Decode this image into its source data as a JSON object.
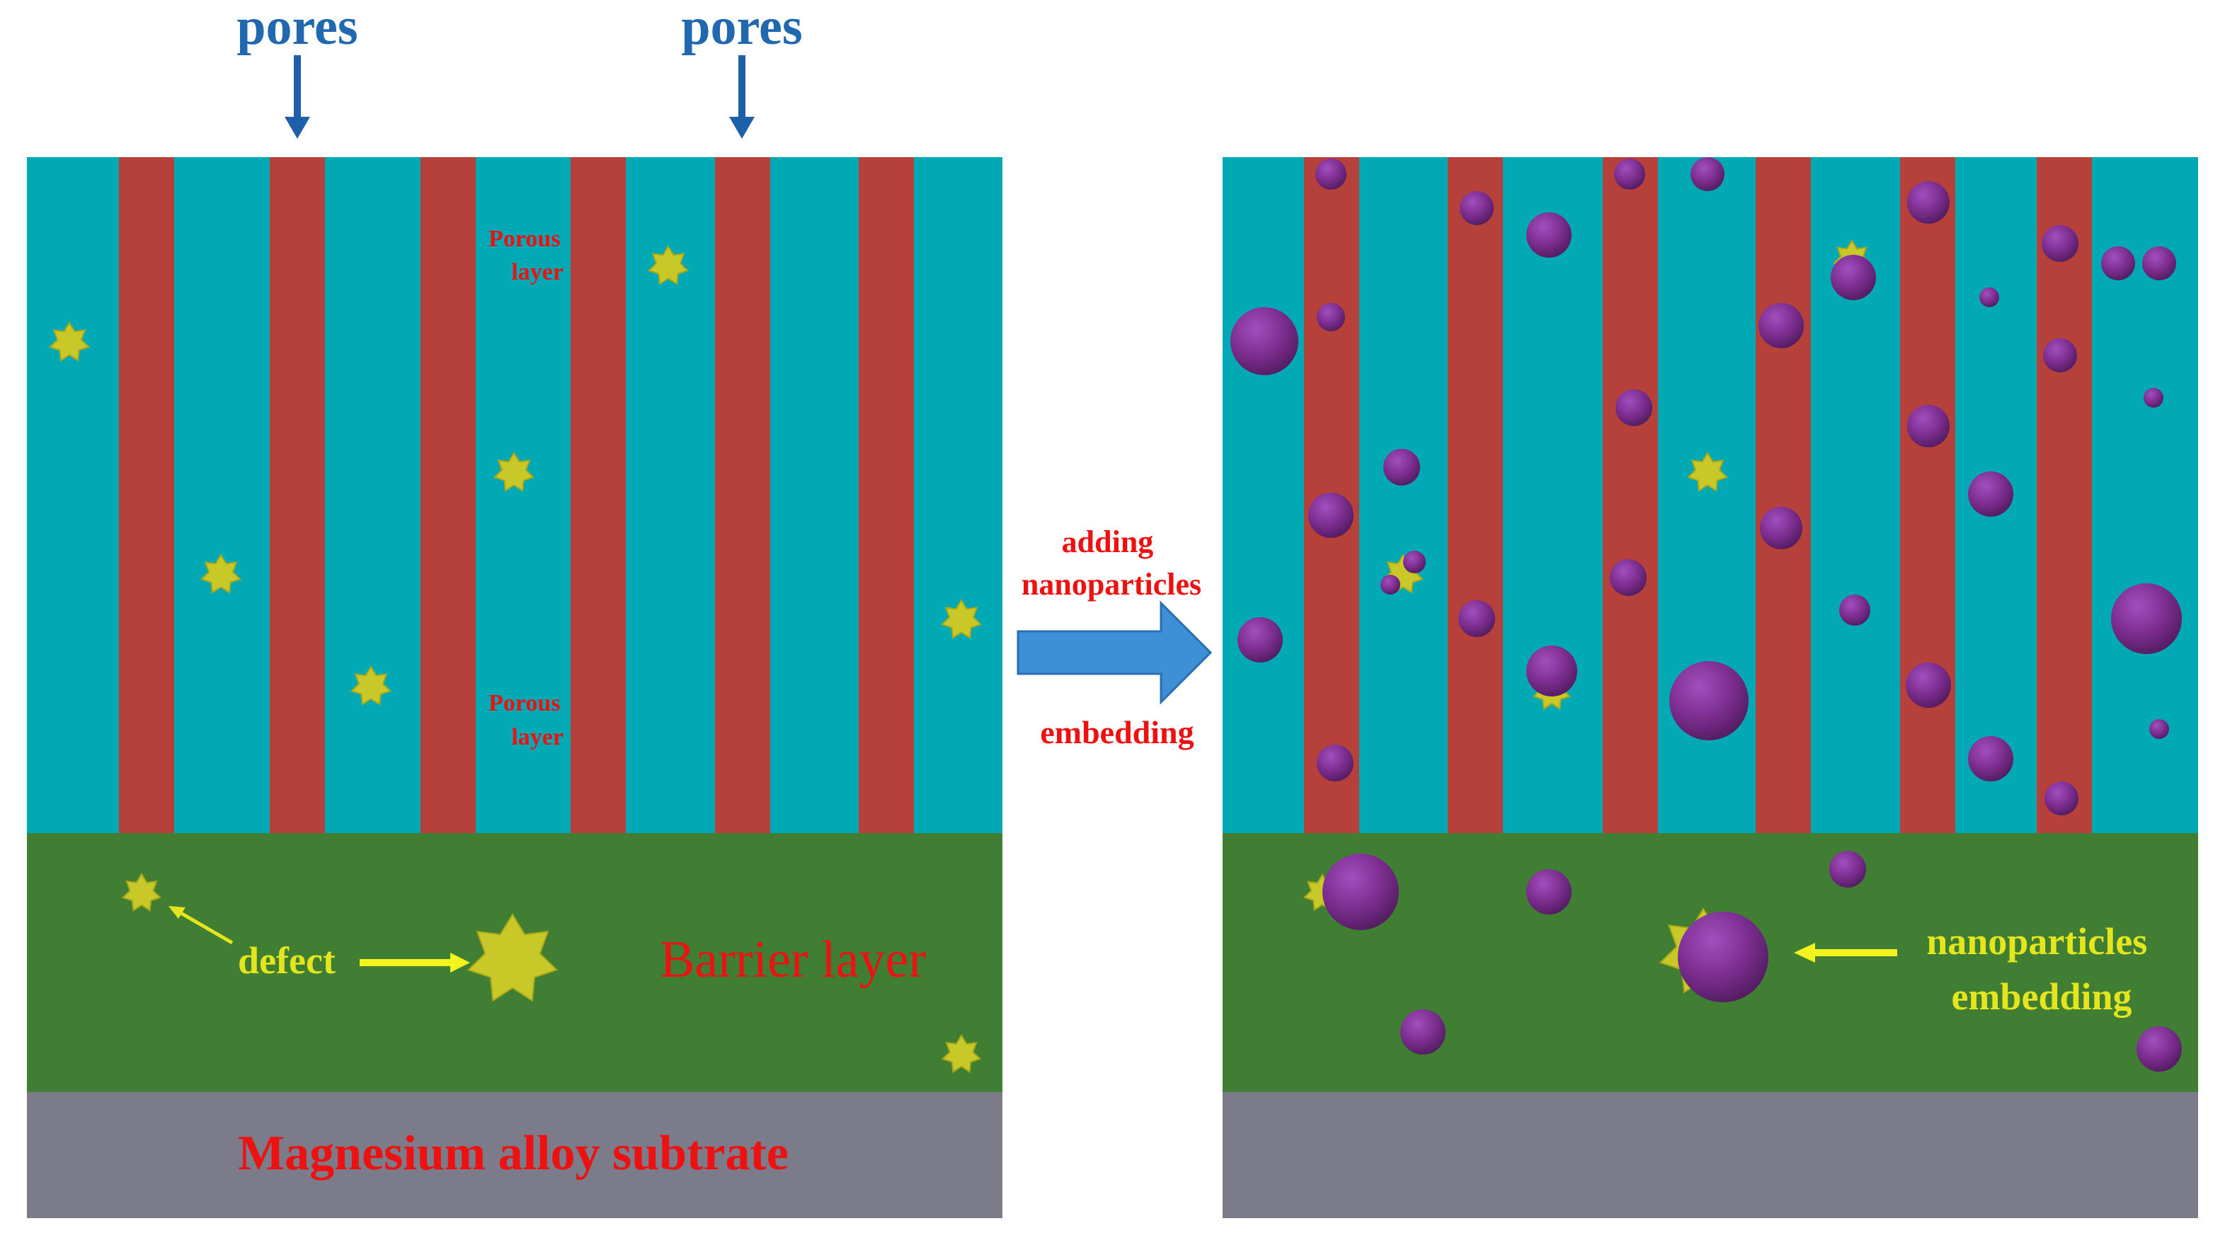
{
  "labels": {
    "pores_left": "pores",
    "pores_right": "pores",
    "porous_top": [
      "Porous",
      "layer"
    ],
    "porous_bottom": [
      "Porous",
      "layer"
    ],
    "defect": "defect",
    "barrier": "Barrier layer",
    "substrate": "Magnesium alloy subtrate",
    "arrow_top": [
      "adding",
      "nanoparticles"
    ],
    "arrow_bottom": "embedding",
    "np_embed": [
      "nanoparticles",
      "embedding"
    ]
  },
  "colors": {
    "porous": "#00a9b4",
    "pore": "#b5413a",
    "barrier": "#3f7e33",
    "substrate": "#7b7b8a",
    "defect": "#c8c828",
    "particle": "#7b2d8e",
    "label_blue": "#2068b0",
    "label_red": "#ee1111",
    "label_yellow": "#e5e51e",
    "arrow_blue": "#3d8fd6"
  },
  "icons": [
    "down-arrow-icon",
    "right-arrow-icon",
    "left-arrow-icon",
    "defect-star-icon",
    "nanoparticle-icon"
  ]
}
